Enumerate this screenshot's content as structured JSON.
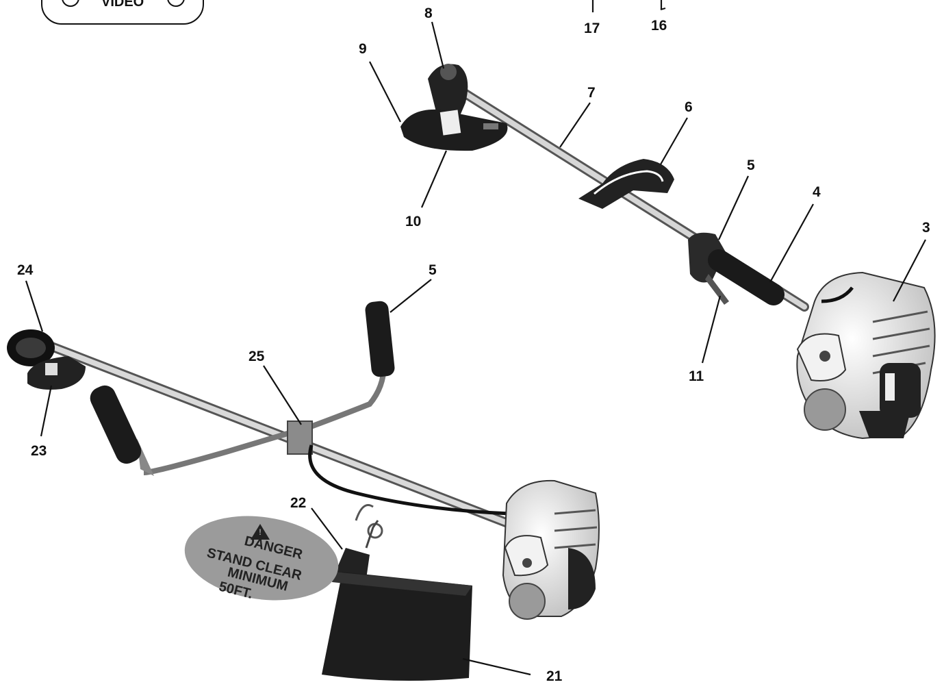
{
  "badge": {
    "text": "VIDEO"
  },
  "callouts": [
    {
      "id": "c17",
      "label": "17"
    },
    {
      "id": "c16",
      "label": "16"
    },
    {
      "id": "c8",
      "label": "8"
    },
    {
      "id": "c9",
      "label": "9"
    },
    {
      "id": "c7",
      "label": "7"
    },
    {
      "id": "c6",
      "label": "6"
    },
    {
      "id": "c5a",
      "label": "5"
    },
    {
      "id": "c4",
      "label": "4"
    },
    {
      "id": "c3",
      "label": "3"
    },
    {
      "id": "c10",
      "label": "10"
    },
    {
      "id": "c11",
      "label": "11"
    },
    {
      "id": "c24",
      "label": "24"
    },
    {
      "id": "c5b",
      "label": "5"
    },
    {
      "id": "c25",
      "label": "25"
    },
    {
      "id": "c23",
      "label": "23"
    },
    {
      "id": "c22",
      "label": "22"
    },
    {
      "id": "c21",
      "label": "21"
    }
  ],
  "sign": {
    "line1": "DANGER",
    "line2": "STAND CLEAR",
    "line3": "MINIMUM",
    "line4": "50FT."
  }
}
